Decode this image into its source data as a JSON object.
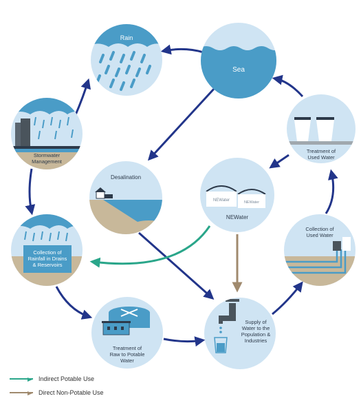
{
  "nodes": {
    "rain": {
      "label": "Rain"
    },
    "sea": {
      "label": "Sea"
    },
    "stormwater": {
      "label_line1": "Stormwater",
      "label_line2": "Management"
    },
    "desalination": {
      "label": "Desalination"
    },
    "newater": {
      "label": "NEWater",
      "tank_logo": "NEWater"
    },
    "treatment_used": {
      "label_line1": "Treatment of",
      "label_line2": "Used Water"
    },
    "collection_rainfall": {
      "label_line1": "Collection of",
      "label_line2": "Rainfall in Drains",
      "label_line3": "& Reservoirs"
    },
    "collection_used": {
      "label_line1": "Collection of",
      "label_line2": "Used Water"
    },
    "treatment_raw": {
      "label_line1": "Treatment of",
      "label_line2": "Raw to Potable",
      "label_line3": "Water"
    },
    "supply": {
      "label_line1": "Supply of",
      "label_line2": "Water to the",
      "label_line3": "Population &",
      "label_line4": "Industries"
    }
  },
  "legend": {
    "indirect": {
      "label": "Indirect Potable Use",
      "color": "#2aa68a"
    },
    "direct": {
      "label": "Direct Non-Potable Use",
      "color": "#a08a6e"
    }
  },
  "colors": {
    "circle_fill": "#cfe4f3",
    "water": "#4a9cc7",
    "ground": "#c8b89a",
    "arrow_navy": "#22358a",
    "text_dark": "#2d3a4a"
  }
}
